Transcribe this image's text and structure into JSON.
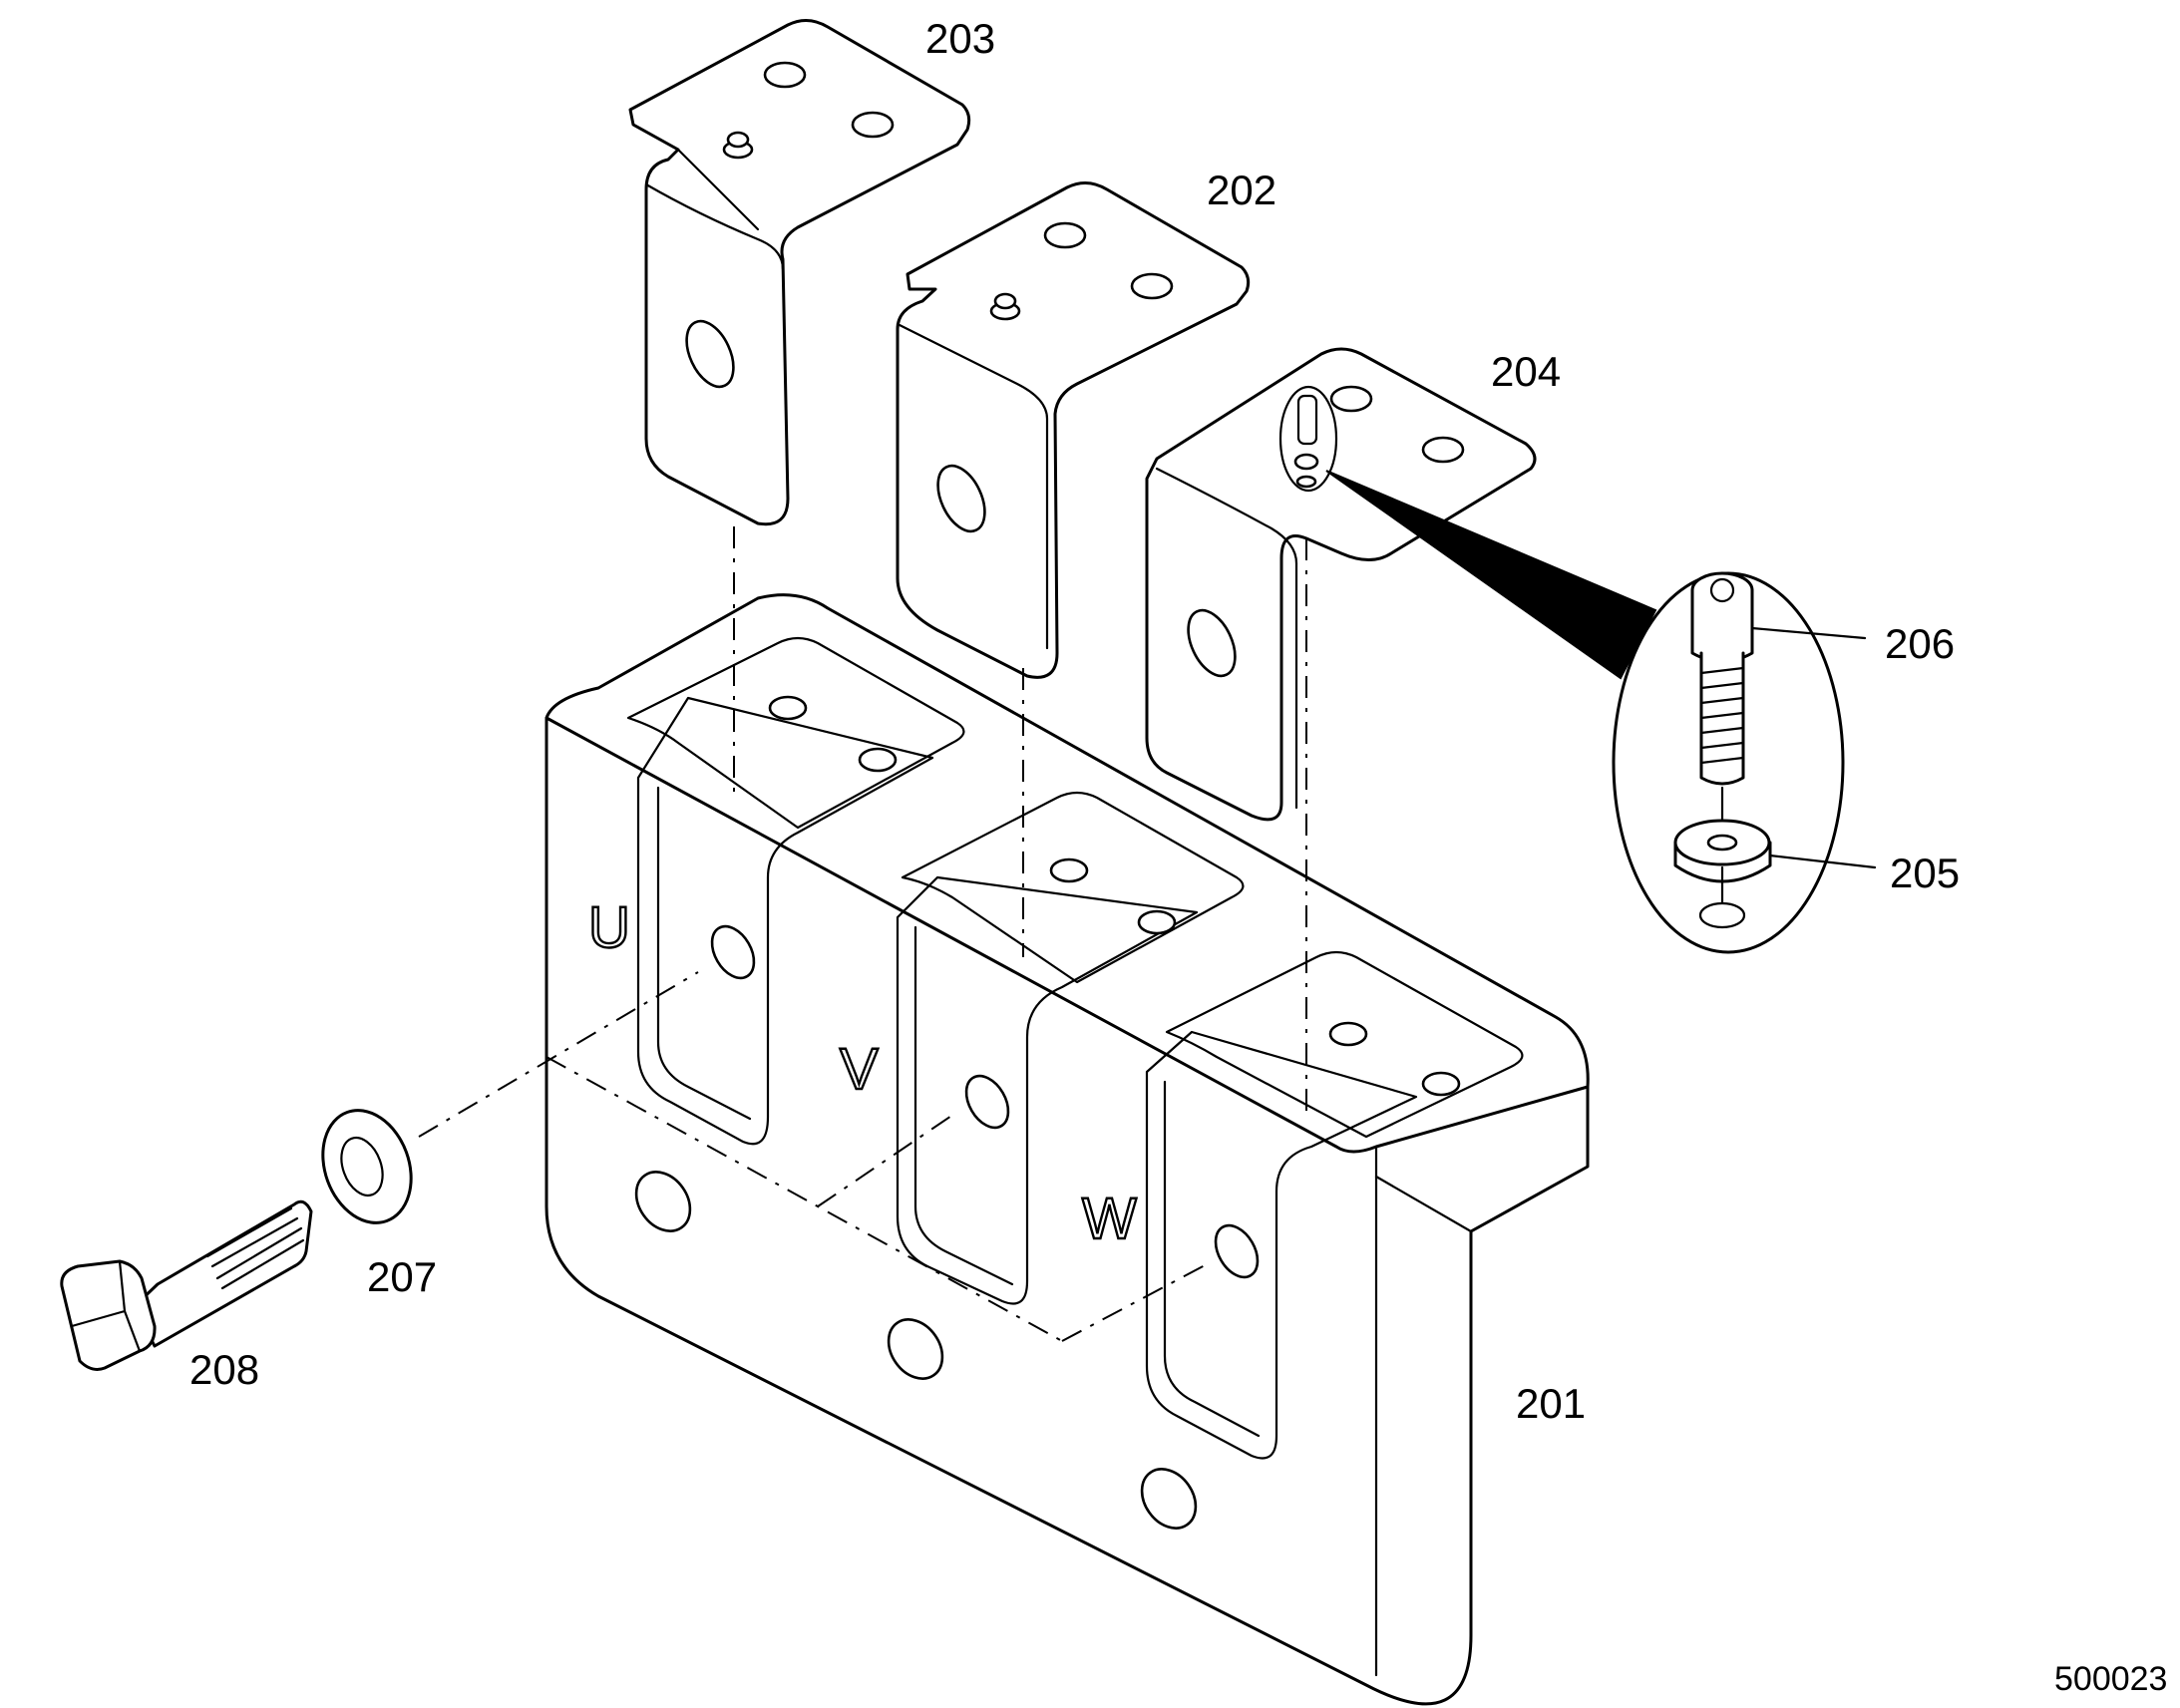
{
  "callouts": {
    "p201": "201",
    "p202": "202",
    "p203": "203",
    "p204": "204",
    "p205": "205",
    "p206": "206",
    "p207": "207",
    "p208": "208"
  },
  "phase_labels": {
    "u": "U",
    "v": "V",
    "w": "W"
  },
  "document_number": "500023"
}
